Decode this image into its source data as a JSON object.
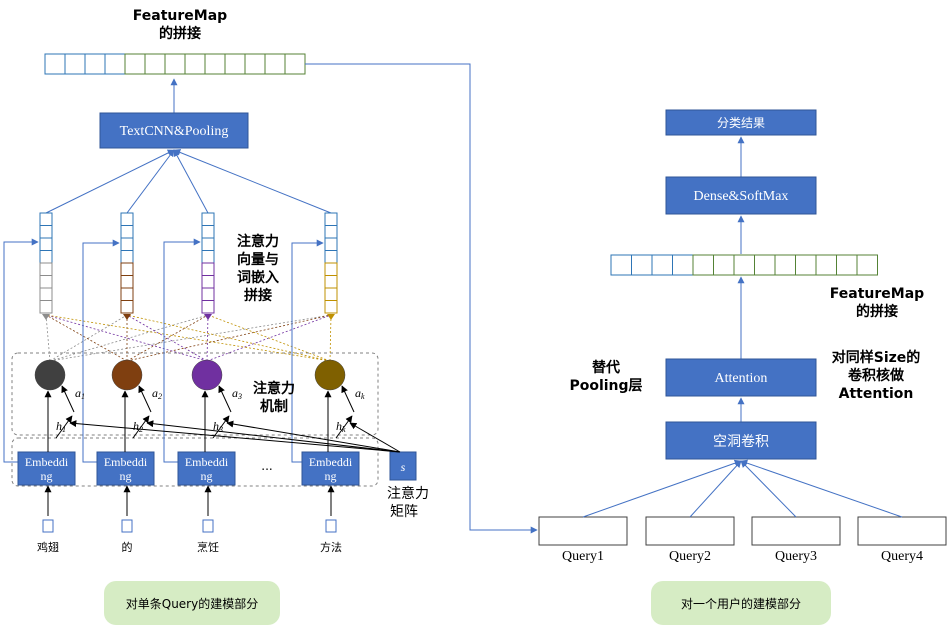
{
  "left": {
    "top_title_1": "FeatureMap",
    "top_title_2": "的拼接",
    "textcnn_label": "TextCNN&Pooling",
    "attn_concat_label": [
      "注意力",
      "向量与",
      "词嵌入",
      "拼接"
    ],
    "attn_mech_label": [
      "注意力",
      "机制"
    ],
    "alpha_subs": [
      "1",
      "2",
      "3",
      "k"
    ],
    "h_subs": [
      "1",
      "2",
      "3",
      "k"
    ],
    "embedding_label": [
      "Embeddi",
      "ng"
    ],
    "ellipsis": "...",
    "s_label": "s",
    "attn_matrix_label": [
      "注意力",
      "矩阵"
    ],
    "words": [
      "鸡翅",
      "的",
      "烹饪",
      "方法"
    ],
    "bubble": "对单条Query的建模部分",
    "column_colors": [
      "#8c8c8c",
      "#7f3f10",
      "#7030a0",
      "#bf9000"
    ],
    "circle_colors": [
      "#404040",
      "#7f3f10",
      "#7030a0",
      "#7f6000"
    ]
  },
  "right": {
    "result_label": "分类结果",
    "dense_label": "Dense&SoftMax",
    "featuremap_1": "FeatureMap",
    "featuremap_2": "的拼接",
    "replace_label": [
      "替代",
      "Pooling层"
    ],
    "attention_label": "Attention",
    "same_size_label": [
      "对同样Size的",
      "卷积核做",
      "Attention"
    ],
    "dilated_label": "空洞卷积",
    "queries": [
      "Query1",
      "Query2",
      "Query3",
      "Query4"
    ],
    "bubble": "对一个用户的建模部分"
  },
  "colors": {
    "box_fill": "#4472c4",
    "arrow_blue": "#4472c4",
    "cell_blue": "#2e75b6",
    "cell_green": "#548235"
  }
}
